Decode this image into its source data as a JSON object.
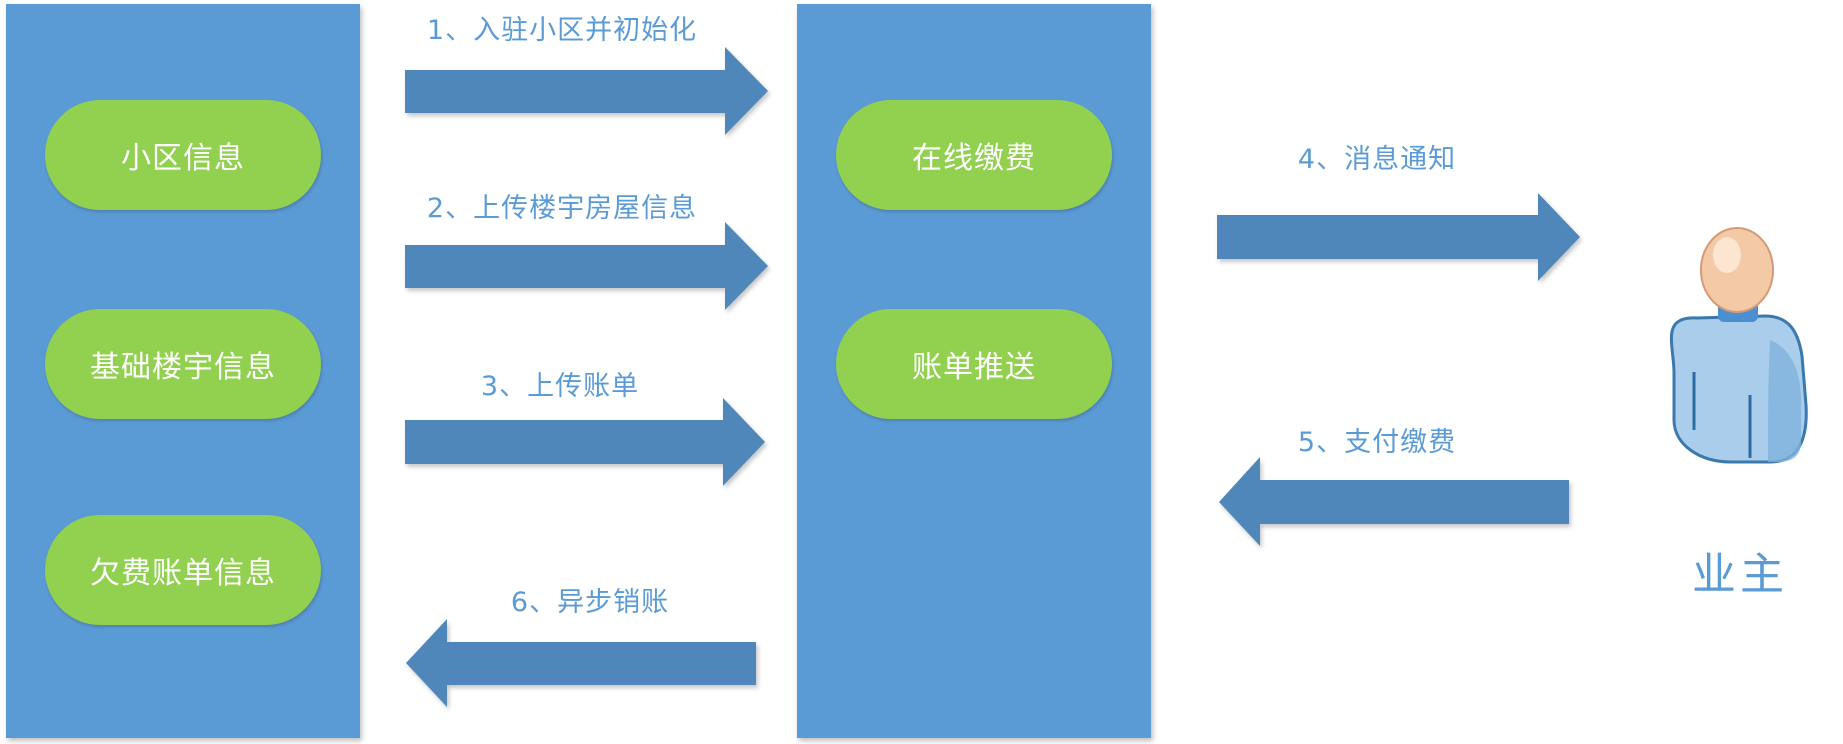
{
  "left_panel": {
    "items": [
      "小区信息",
      "基础楼宇信息",
      "欠费账单信息"
    ]
  },
  "middle_panel": {
    "items": [
      "在线缴费",
      "账单推送"
    ]
  },
  "arrows": [
    {
      "label": "1、入驻小区并初始化",
      "direction": "right"
    },
    {
      "label": "2、上传楼宇房屋信息",
      "direction": "right"
    },
    {
      "label": "3、上传账单",
      "direction": "right"
    },
    {
      "label": "4、消息通知",
      "direction": "right"
    },
    {
      "label": "5、支付缴费",
      "direction": "left"
    },
    {
      "label": "6、异步销账",
      "direction": "left"
    }
  ],
  "person": {
    "label": "业主",
    "icon": "user-icon"
  },
  "colors": {
    "panel": "#5b9bd5",
    "pill": "#92d050",
    "arrow": "#4f87bb",
    "label_text": "#5b9bd5"
  }
}
